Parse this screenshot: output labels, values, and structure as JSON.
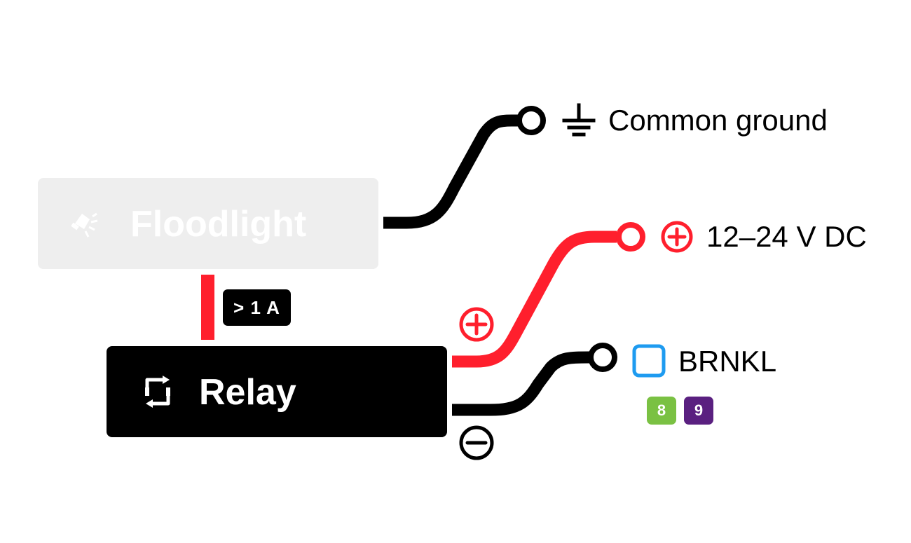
{
  "components": {
    "floodlight": {
      "label": "Floodlight",
      "icon": "floodlight-icon",
      "color": "#eeeeee"
    },
    "relay": {
      "label": "Relay",
      "icon": "relay-switch-icon",
      "color": "#000000"
    }
  },
  "connection": {
    "current_label": "> 1 A",
    "wire_color": "#ff1f2d"
  },
  "terminals": {
    "ground": {
      "label": "Common ground",
      "icon": "ground-icon"
    },
    "power": {
      "label": "12–24 V DC",
      "icon": "plus-circle-icon",
      "color": "#ff1f2d"
    },
    "brnkl": {
      "label": "BRNKL",
      "icon": "square-outline-icon",
      "color": "#1e9bf0",
      "pins": [
        {
          "label": "8",
          "color": "#7ac143"
        },
        {
          "label": "9",
          "color": "#5a2080"
        }
      ]
    }
  },
  "polarity": {
    "positive_icon": "plus-circle-icon",
    "negative_icon": "minus-circle-icon"
  }
}
